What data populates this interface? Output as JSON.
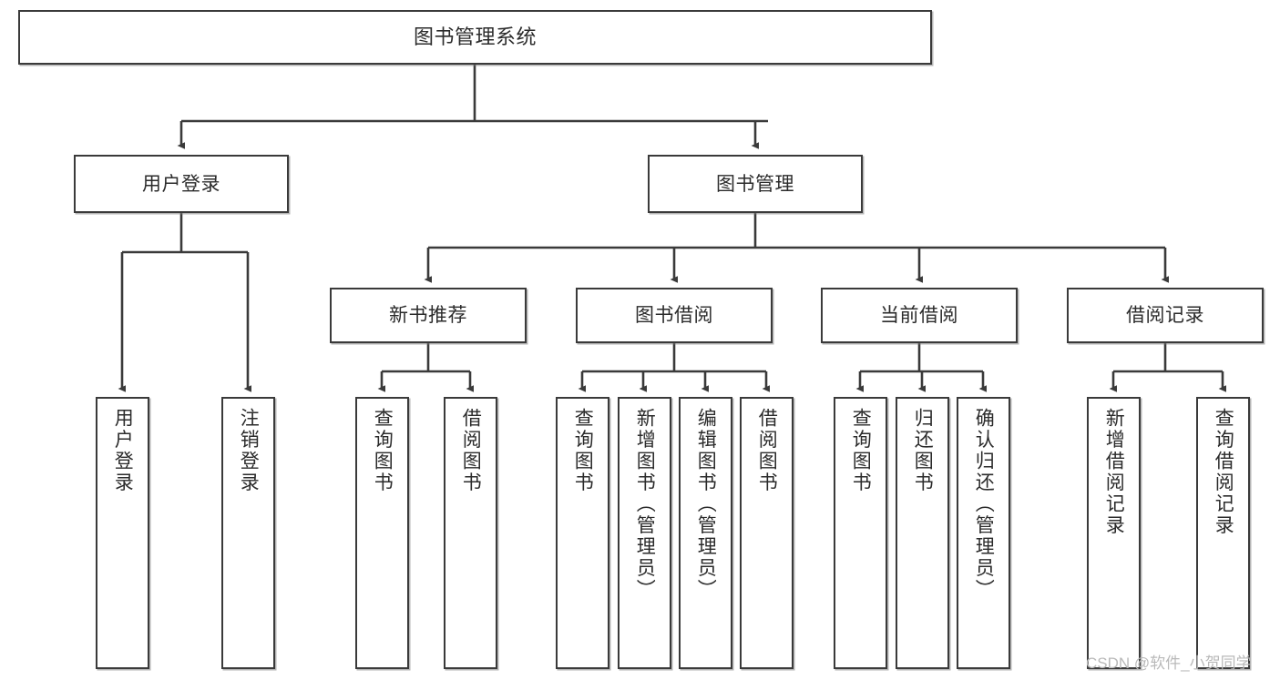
{
  "diagram": {
    "type": "tree",
    "title": "图书管理系统",
    "watermark": "CSDN @软件_小贺同学",
    "colors": {
      "border": "#3a3a3a",
      "text": "#2b2b2b",
      "background": "#ffffff",
      "watermark": "#b9b9b9"
    },
    "root": {
      "label": "图书管理系统"
    },
    "level2": [
      {
        "label": "用户登录"
      },
      {
        "label": "图书管理"
      }
    ],
    "level3": [
      {
        "label": "新书推荐"
      },
      {
        "label": "图书借阅"
      },
      {
        "label": "当前借阅"
      },
      {
        "label": "借阅记录"
      }
    ],
    "leaves": {
      "user_login": [
        {
          "label": "用户登录"
        },
        {
          "label": "注销登录"
        }
      ],
      "new_book_recommend": [
        {
          "label": "查询图书"
        },
        {
          "label": "借阅图书"
        }
      ],
      "book_borrow": [
        {
          "label": "查询图书"
        },
        {
          "label": "新增图书（管理员）"
        },
        {
          "label": "编辑图书（管理员）"
        },
        {
          "label": "借阅图书"
        }
      ],
      "current_borrow": [
        {
          "label": "查询图书"
        },
        {
          "label": "归还图书"
        },
        {
          "label": "确认归还（管理员）"
        }
      ],
      "borrow_record": [
        {
          "label": "新增借阅记录"
        },
        {
          "label": "查询借阅记录"
        }
      ]
    }
  }
}
